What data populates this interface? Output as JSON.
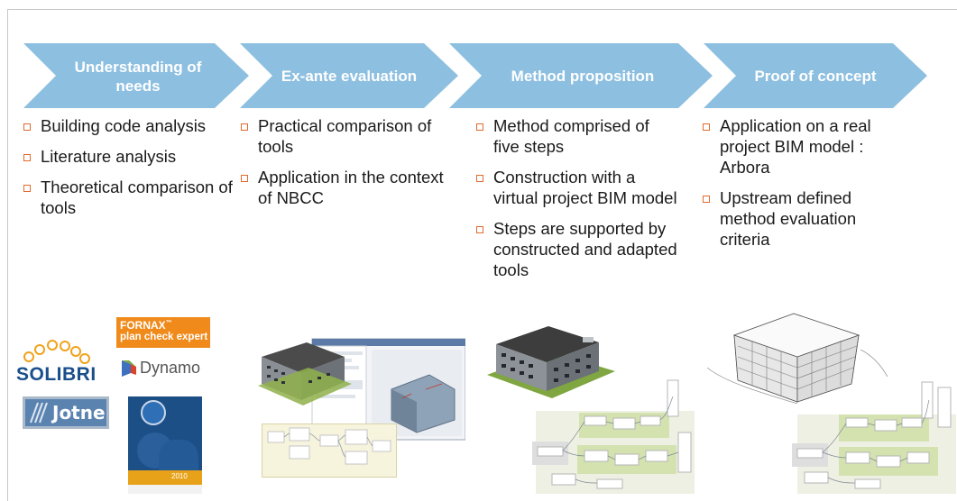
{
  "phases": [
    {
      "title": "Understanding of needs",
      "bullets": [
        "Building code analysis",
        "Literature analysis",
        "Theoretical comparison of tools"
      ]
    },
    {
      "title": "Ex-ante evaluation",
      "bullets": [
        "Practical comparison of tools",
        "Application in the context of NBCC"
      ]
    },
    {
      "title": "Method proposition",
      "bullets": [
        "Method comprised of five steps",
        "Construction with a virtual project BIM model",
        "Steps are supported by constructed and adapted tools"
      ]
    },
    {
      "title": "Proof of concept",
      "bullets": [
        "Application on a real project BIM model : Arbora",
        "Upstream defined method evaluation criteria"
      ]
    }
  ],
  "logos": {
    "solibri": "SOLIBRI",
    "fornax_line1": "FORNAX",
    "fornax_tm": "™",
    "fornax_line2": "plan check expert",
    "dynamo": "Dynamo",
    "jotne": "Jotne",
    "code_year": "2010"
  },
  "colors": {
    "chevron": "#8dbfe0",
    "bullet": "#e06a2e",
    "fornax": "#f08a1a"
  }
}
